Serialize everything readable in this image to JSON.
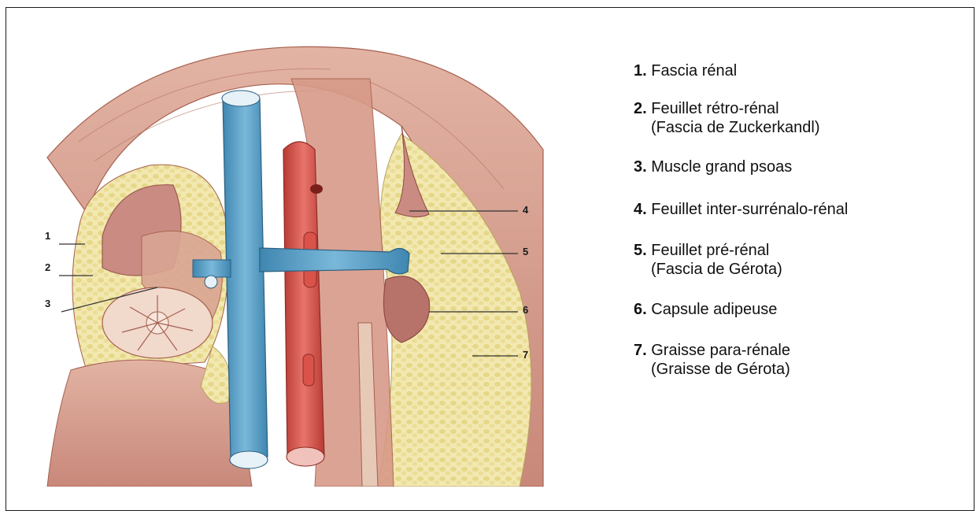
{
  "figure": {
    "callout_numbers": [
      "1",
      "2",
      "3",
      "4",
      "5",
      "6",
      "7"
    ]
  },
  "legend": {
    "items": [
      {
        "number": "1.",
        "label": "Fascia rénal",
        "sub": ""
      },
      {
        "number": "2.",
        "label": "Feuillet rétro-rénal",
        "sub": "(Fascia de Zuckerkandl)"
      },
      {
        "number": "3.",
        "label": "Muscle grand psoas",
        "sub": ""
      },
      {
        "number": "4.",
        "label": "Feuillet inter-surrénalo-rénal",
        "sub": ""
      },
      {
        "number": "5.",
        "label": "Feuillet pré-rénal",
        "sub": "(Fascia de Gérota)"
      },
      {
        "number": "6.",
        "label": "Capsule adipeuse",
        "sub": ""
      },
      {
        "number": "7.",
        "label": "Graisse para-rénale",
        "sub": "(Graisse de Gérota)"
      }
    ]
  },
  "colors": {
    "muscle": "#d9a08e",
    "muscle_dark": "#b9705f",
    "vein": "#5fa3c8",
    "artery": "#d9534a",
    "fat": "#efe3a0",
    "kidney": "#c98b82",
    "frame": "#1a1a1a"
  }
}
